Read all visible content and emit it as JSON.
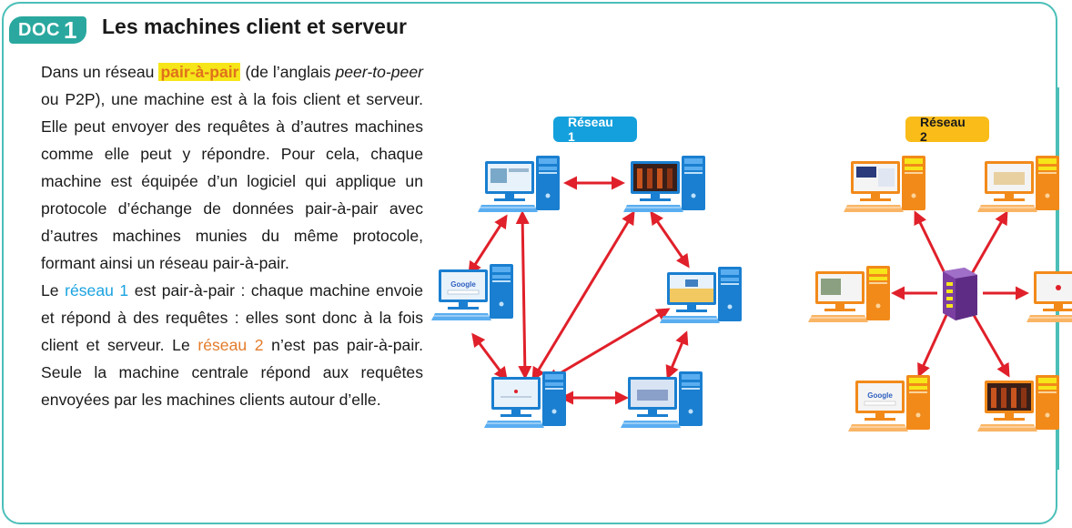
{
  "header": {
    "badge_prefix": "DOC",
    "badge_number": "1",
    "title": "Les machines client et serveur"
  },
  "text": {
    "p1_before": "Dans un réseau ",
    "p1_highlight": "pair-à-pair",
    "p1_mid": " (de l’anglais ",
    "p1_italic": "peer-to-peer",
    "p1_after": " ou P2P), une machine est à la fois client et serveur. Elle peut envoyer des requêtes à d’autres machines comme elle peut y répondre. Pour cela, chaque machine est équipée d’un logiciel qui applique un protocole d’échange de données pair-à-pair avec d’autres machines munies du même protocole, formant ainsi un réseau pair-à-pair.",
    "p2_before": "Le ",
    "p2_link1": "réseau 1",
    "p2_mid": " est pair-à-pair : chaque machine envoie et répond à des requêtes : elles sont donc à la fois client et serveur. Le ",
    "p2_link2": "réseau 2",
    "p2_after": " n’est pas pair-à-pair. Seule la machine centrale répond aux requêtes envoyées par les machines clients autour d’elle."
  },
  "network1": {
    "label": "Réseau 1",
    "label_color": "#14a0dc"
  },
  "network2": {
    "label": "Réseau 2",
    "label_color": "#f9bc18"
  },
  "screens": {
    "search_logo": "Google"
  },
  "colors": {
    "frame": "#4bbfb8",
    "badge": "#2aa89f",
    "arrow": "#e0202a",
    "tower_blue": "#1a7fd0",
    "tower_orange": "#f28a1a",
    "server_purple": "#7a3fa0",
    "highlight": "#f6e619"
  }
}
